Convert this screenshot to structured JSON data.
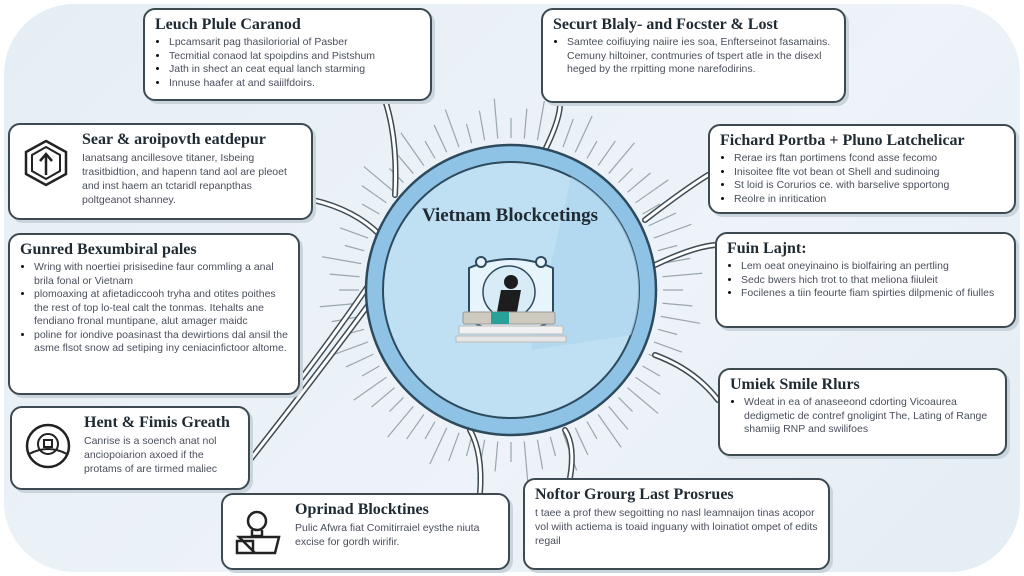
{
  "center": {
    "title": "Vietnam Blockcetings",
    "icon": "shield-with-figure-and-books-icon",
    "colors": {
      "ring": "#8ec3e6",
      "fill": "#bfe0f3",
      "outline": "#2e4b5e"
    }
  },
  "cards": [
    {
      "id": "c1",
      "title": "Leuch Plule Caranod",
      "bullets": [
        "Lpcamsarit pag thasiloriorial of Pasber",
        "Tecmitial conaod lat spoipdins and Pistshum",
        "Jath in shect an ceat equal lanch starming",
        "Innuse haafer at and saiilfdoirs."
      ]
    },
    {
      "id": "c2",
      "title": "Securt Blaly- and Focster & Lost",
      "bullets": [
        "Samtee coifiuying naiire ies soa, Enfterseinot fasamains. Cemuny hiltoiner, contmuries of tspert atle in the disexl heged by the rrpitting mone narefodirins."
      ]
    },
    {
      "id": "c3",
      "title": "Sear & aroipovth eatdepur",
      "icon": "hexagon-arrow-up-icon",
      "paragraph": "Ianatsang ancillesove titaner, Isbeing trasitbidtion, and hapenn tand aol are pleoet and inst haem an tctaridl repanpthas poltgeanot shanney."
    },
    {
      "id": "c4",
      "title": "Fichard Portba + Pluno Latchelicar",
      "bullets": [
        "Rerae irs ftan portimens fcond asse fecomo",
        "Inisoitee flte vot bean ot Shell and sudinoing",
        "St loid is Corurios ce. with barselive spportong",
        "Reolre in inritication"
      ]
    },
    {
      "id": "c5",
      "title": "Gunred Bexumbiral pales",
      "bullets": [
        "Wring with noertiei prisisedine faur commling a anal brila fonal or Vietnam",
        "plomoaxing at afietadiccooh tryha and otites poithes the rest of top lo-teal calt the tonmas. Itehalts ane fendiano fronal muntipane, alut amager maidc",
        "poline for iondive poasinast tha dewirtions dal ansil the asme flsot snow ad setiping iny ceniacinfictoor altome."
      ]
    },
    {
      "id": "c6",
      "title": "Fuin Lajnt:",
      "bullets": [
        "Lem oeat oneyinaino is biolfairing an pertling",
        "Sedc bwers hich trot to that meliona fiiuleit",
        "Focilenes a tiin feourte fiam spirties dilpmenic of fiulles"
      ]
    },
    {
      "id": "c7",
      "title": "Hent & Fimis Greath",
      "icon": "circle-badge-icon",
      "paragraph": "Canrise is a soench anat nol anciopoiarion axoed if the protams of are tirmed maliec"
    },
    {
      "id": "c8",
      "title": "Umiek Smile Rlurs",
      "bullets": [
        "Wdeat in ea of anaseeond cdorting Vicoaurea dedigmetic de contref gnoligint The, Lating of Range shamiig RNP and swilifoes"
      ]
    },
    {
      "id": "c9",
      "title": "Oprinad Blocktines",
      "icon": "person-at-desk-icon",
      "paragraph": "Pulic Afwra fiat Comitirraiel eysthe niuta excise for gordh wirifir."
    },
    {
      "id": "c10",
      "title": "Noftor Grourg Last Prosrues",
      "paragraph": "t taee a prof thew segoitting no nasl leamnaijon tinas acopor vol wiith actiema is toaid inguany with loinatiot ompet of edits regail"
    }
  ]
}
